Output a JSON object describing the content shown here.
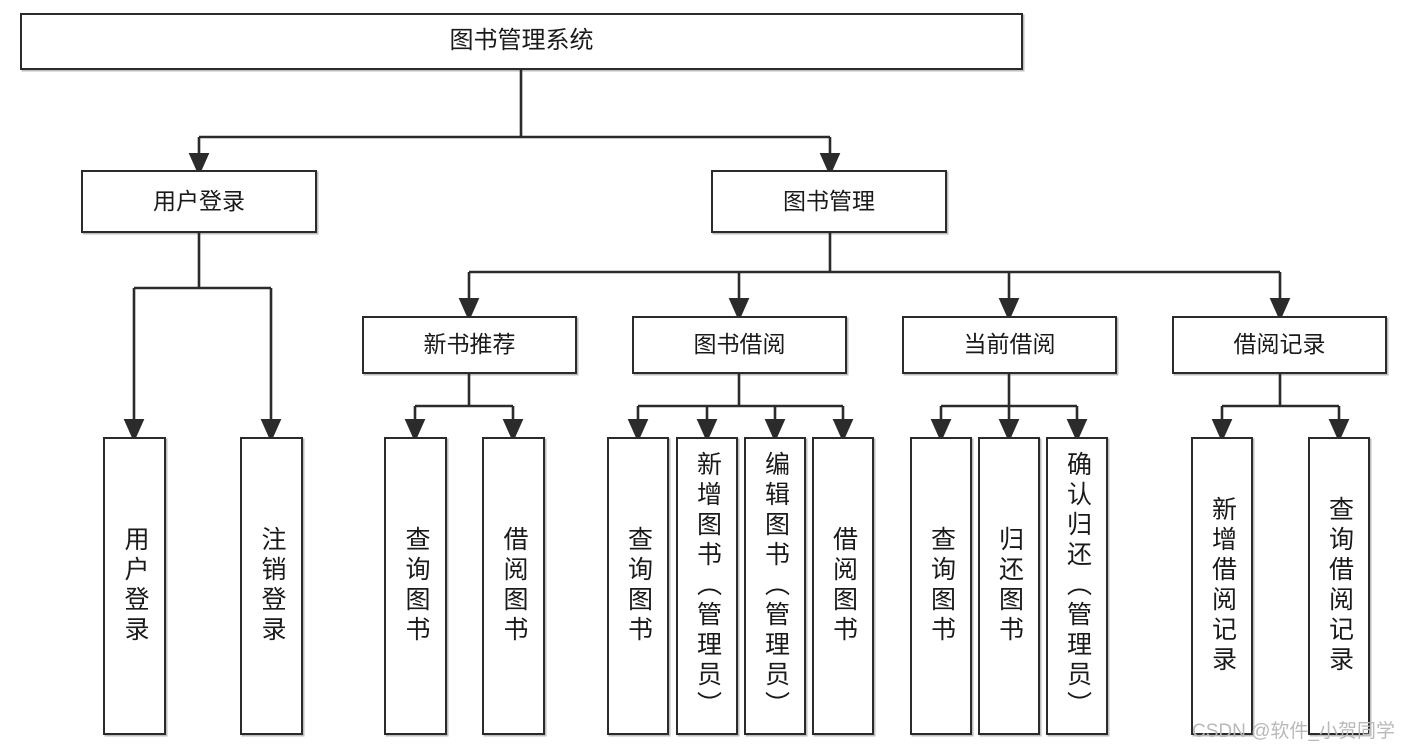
{
  "diagram": {
    "type": "tree",
    "title": "图书管理系统",
    "orientation": "top-down",
    "colors": {
      "box_border": "#2b2b2b",
      "box_fill": "#ffffff",
      "connector": "#2b2b2b",
      "text": "#1a1a1a",
      "watermark": "#b9b9b9"
    }
  },
  "root": {
    "label": "图书管理系统",
    "children": [
      {
        "label": "用户登录",
        "children": [
          {
            "label": "用户登录"
          },
          {
            "label": "注销登录"
          }
        ]
      },
      {
        "label": "图书管理",
        "children": [
          {
            "label": "新书推荐",
            "children": [
              {
                "label": "查询图书"
              },
              {
                "label": "借阅图书"
              }
            ]
          },
          {
            "label": "图书借阅",
            "children": [
              {
                "label": "查询图书"
              },
              {
                "label": "新增图书（管理员）"
              },
              {
                "label": "编辑图书（管理员）"
              },
              {
                "label": "借阅图书"
              }
            ]
          },
          {
            "label": "当前借阅",
            "children": [
              {
                "label": "查询图书"
              },
              {
                "label": "归还图书"
              },
              {
                "label": "确认归还（管理员）"
              }
            ]
          },
          {
            "label": "借阅记录",
            "children": [
              {
                "label": "新增借阅记录"
              },
              {
                "label": "查询借阅记录"
              }
            ]
          }
        ]
      }
    ]
  },
  "watermark": {
    "text": "CSDN @软件_小贺同学"
  }
}
